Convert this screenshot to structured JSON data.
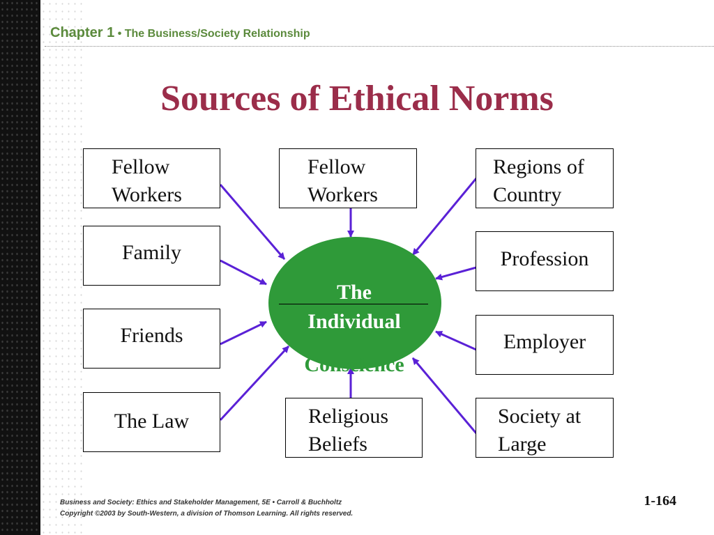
{
  "header": {
    "chapter_label": "Chapter 1",
    "chapter_subtitle": " • The Business/Society Relationship"
  },
  "slide_title": "Sources of Ethical Norms",
  "sources": {
    "top_left": [
      "Fellow",
      "Workers"
    ],
    "top_center": [
      "Fellow",
      "Workers"
    ],
    "top_right": [
      "Regions of",
      "Country"
    ],
    "family": "Family",
    "friends": "Friends",
    "the_law": "The Law",
    "profession": "Profession",
    "employer": "Employer",
    "religious_beliefs": [
      "Religious",
      "Beliefs"
    ],
    "society_at_large": [
      "Society at",
      "Large"
    ]
  },
  "center": {
    "line1": "The",
    "line2": "Individual",
    "line3": "Conscience"
  },
  "footer": {
    "line1": "Business and Society: Ethics and Stakeholder Management, 5E • Carroll & Buchholtz",
    "line2": "Copyright ©2003 by South-Western, a division of Thomson Learning.  All rights reserved.",
    "slide_number": "1-164"
  },
  "colors": {
    "title": "#9b2d4a",
    "header": "#5b8a3c",
    "oval": "#2f9a39",
    "arrow": "#5a21d6"
  }
}
